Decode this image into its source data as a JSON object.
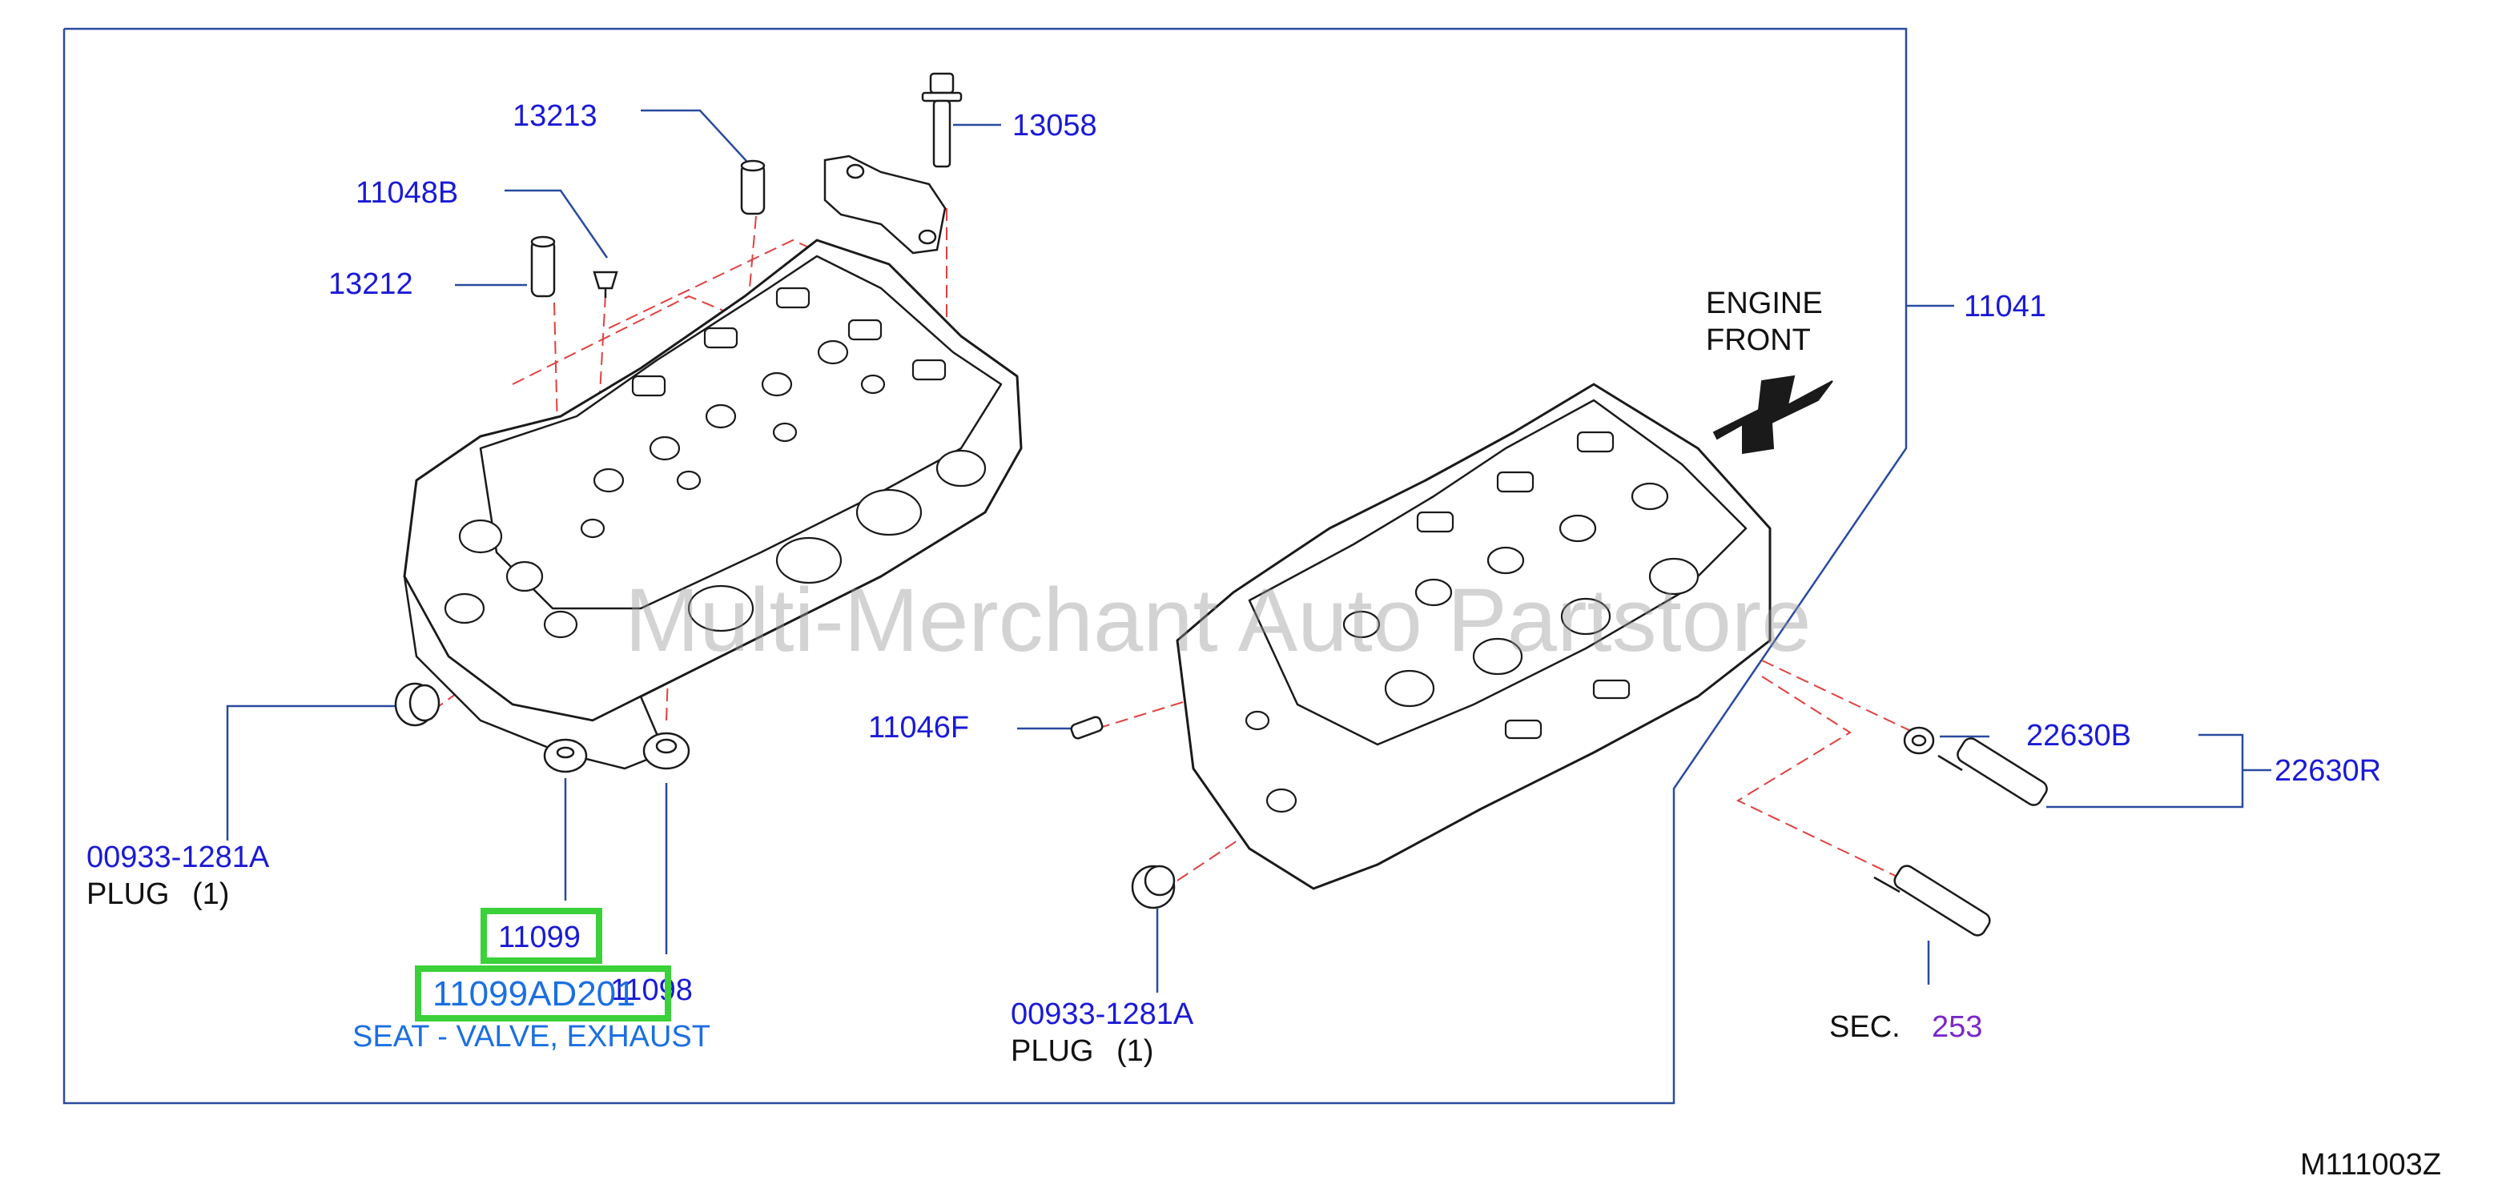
{
  "colors": {
    "part_number": "#1a1ad6",
    "leader_line": "#2a4aa0",
    "dashed_line": "#e04040",
    "highlight": "#3ad13a",
    "section_ref": "#7a28c8",
    "selected_text": "#1c6fe0"
  },
  "labels": {
    "p13213": "13213",
    "p13058": "13058",
    "p11048b": "11048B",
    "p13212": "13212",
    "engine_front_1": "ENGINE",
    "engine_front_2": "FRONT",
    "p11041": "11041",
    "p11046f": "11046F",
    "p22630b": "22630B",
    "p22630r": "22630R",
    "plug_left_pn": "00933-1281A",
    "plug_left_name": "PLUG",
    "plug_left_qty": "(1)",
    "p11099": "11099",
    "p11098": "11098",
    "p11099ad": "11099AD201",
    "seat_desc": "SEAT - VALVE, EXHAUST",
    "plug_right_pn": "00933-1281A",
    "plug_right_name": "PLUG",
    "plug_right_qty": "(1)",
    "sec_label": "SEC.",
    "sec_num": "253",
    "diagram_code": "M111003Z"
  },
  "watermark": "Multi-Merchant Auto Partstore",
  "icons": [
    "engine-front-arrow-icon"
  ]
}
